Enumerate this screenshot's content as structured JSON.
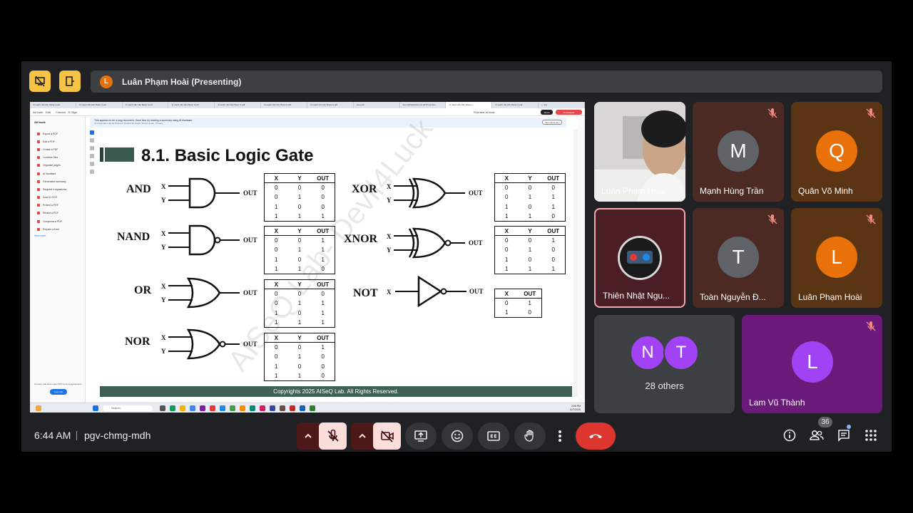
{
  "presenter_bar": {
    "avatar_letter": "L",
    "label": "Luân Phạm Hoài (Presenting)"
  },
  "browser": {
    "tabs": [
      "Vi mạch căn bản Nâng II.pdf",
      "Vi mạch căn bản Basic II.pdf",
      "Vi mạch căn bản Basic II.pdf",
      "Vi mạch căn bản Basic II.pdf",
      "Vi mạch căn bản Basic II.pdf",
      "Vi mạch căn bản Basic II.pdf",
      "Vi mạch căn bản Basic II.pdf",
      "mux.pdf",
      "Sound(Digital)Sound All Protection",
      "Vi mạch căn bản_Basic L...",
      "Vi mạch căn bản Basic II.pdf",
      "+ new"
    ],
    "menu": [
      "All tools",
      "Edit",
      "Convert",
      "E-Sign"
    ],
    "find_text": "Find text or tools",
    "share": "Share",
    "ai_assistant": "AI Assistant"
  },
  "acrobat": {
    "panel_title": "All tools",
    "tools": [
      "Export a PDF",
      "Edit a PDF",
      "Create a PDF",
      "Combine files",
      "Organize pages",
      "AI Assistant",
      "Generative summary",
      "Request e-signatures",
      "Scan & OCR",
      "Protect a PDF",
      "Redact a PDF",
      "Compress a PDF",
      "Prepare a form"
    ],
    "view_more": "View more",
    "promo": "Convert, edit and e-sign PDF forms & agreements",
    "free_trial": "Free trial",
    "banner": "This appears to be a long document. Save time by reading a summary using AI Assistant.",
    "banner_sub": "AI responses may be incorrect. Review all output. Terms of use · Privacy",
    "view_summary": "View Summary",
    "search": "Search",
    "clock_time": "2:50 PM",
    "clock_date": "11/7/2025"
  },
  "slide": {
    "title": "8.1. Basic Logic Gate",
    "footer": "Copyrights 2025 AISeQ Lab. All Rights Reserved.",
    "watermark": "AISeQ Lab- Devil4Luck",
    "pin_x": "X",
    "pin_y": "Y",
    "pin_out": "OUT",
    "gates": [
      {
        "name": "AND",
        "table": [
          [
            "0",
            "0",
            "0"
          ],
          [
            "0",
            "1",
            "0"
          ],
          [
            "1",
            "0",
            "0"
          ],
          [
            "1",
            "1",
            "1"
          ]
        ]
      },
      {
        "name": "NAND",
        "table": [
          [
            "0",
            "0",
            "1"
          ],
          [
            "0",
            "1",
            "1"
          ],
          [
            "1",
            "0",
            "1"
          ],
          [
            "1",
            "1",
            "0"
          ]
        ]
      },
      {
        "name": "OR",
        "table": [
          [
            "0",
            "0",
            "0"
          ],
          [
            "0",
            "1",
            "1"
          ],
          [
            "1",
            "0",
            "1"
          ],
          [
            "1",
            "1",
            "1"
          ]
        ]
      },
      {
        "name": "NOR",
        "table": [
          [
            "0",
            "0",
            "1"
          ],
          [
            "0",
            "1",
            "0"
          ],
          [
            "1",
            "0",
            "0"
          ],
          [
            "1",
            "1",
            "0"
          ]
        ]
      },
      {
        "name": "XOR",
        "table": [
          [
            "0",
            "0",
            "0"
          ],
          [
            "0",
            "1",
            "1"
          ],
          [
            "1",
            "0",
            "1"
          ],
          [
            "1",
            "1",
            "0"
          ]
        ]
      },
      {
        "name": "XNOR",
        "table": [
          [
            "0",
            "0",
            "1"
          ],
          [
            "0",
            "1",
            "0"
          ],
          [
            "1",
            "0",
            "0"
          ],
          [
            "1",
            "1",
            "1"
          ]
        ]
      },
      {
        "name": "NOT",
        "table": [
          [
            "0",
            "1"
          ],
          [
            "1",
            "0"
          ]
        ]
      }
    ],
    "headers": [
      "X",
      "Y",
      "OUT"
    ],
    "not_headers": [
      "X",
      "OUT"
    ]
  },
  "participants": [
    {
      "name": "Luân Phạm Hoài",
      "kind": "video"
    },
    {
      "name": "Mạnh Hùng Trần",
      "letter": "M",
      "color": "#5f6368",
      "muted": true
    },
    {
      "name": "Quân Võ Minh",
      "letter": "Q",
      "color": "#e8710a",
      "muted": true
    },
    {
      "name": "Thiên Nhật Ngu...",
      "kind": "image"
    },
    {
      "name": "Toàn Nguyễn Đ...",
      "letter": "T",
      "color": "#5f6368",
      "muted": true
    },
    {
      "name": "Luân Phạm Hoài",
      "letter": "L",
      "color": "#e8710a",
      "muted": true
    },
    {
      "name": "28 others",
      "letters": [
        "N",
        "T"
      ],
      "color": "#a142f4"
    },
    {
      "name": "Lam Vũ Thành",
      "letter": "L",
      "color": "#a142f4",
      "muted": true
    }
  ],
  "meeting": {
    "time": "6:44 AM",
    "code": "pgv-chmg-mdh",
    "people_count": "36"
  },
  "colors": {
    "accent_yellow": "#f6c445",
    "end_call": "#dc362e",
    "mic_off_bg": "#f9dedc",
    "slide_green": "#3f6155"
  }
}
